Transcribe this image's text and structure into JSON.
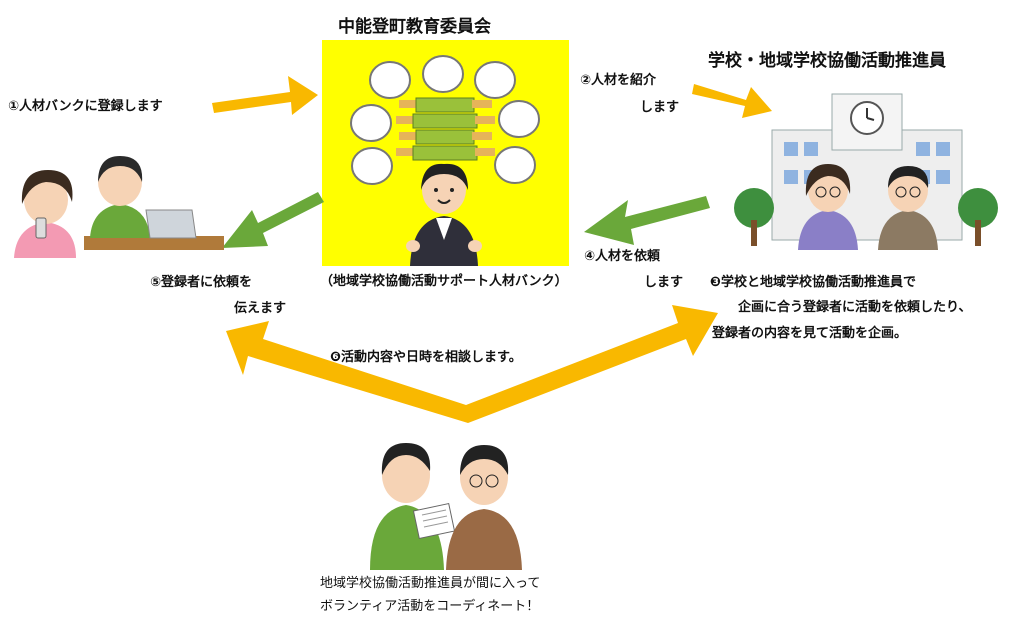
{
  "board_title": "中能登町教育委員会",
  "board_caption": "（地域学校協働活動サポート人材バンク）",
  "right_title": "学校・地域学校協働活動推進員",
  "steps": {
    "s1": "①人材バンクに登録します",
    "s2_line1": "②人材を紹介",
    "s2_line2": "します",
    "s3_line1": "❸学校と地域学校協働活動推進員で",
    "s3_line2": "企画に合う登録者に活動を依頼したり、",
    "s3_line3": "登録者の内容を見て活動を企画。",
    "s4_line1": "④人材を依頼",
    "s4_line2": "します",
    "s5_line1": "⑤登録者に依頼を",
    "s5_line2": "伝えます",
    "s6": "❻活動内容や日時を相談します。"
  },
  "bottom_caption": {
    "line1": "地域学校協働活動推進員が間に入って",
    "line2": "ボランティア活動をコーディネート！"
  },
  "colors": {
    "board_bg": "#ffff00",
    "arrow_yellow": "#f9b800",
    "arrow_green": "#6aa83a"
  }
}
